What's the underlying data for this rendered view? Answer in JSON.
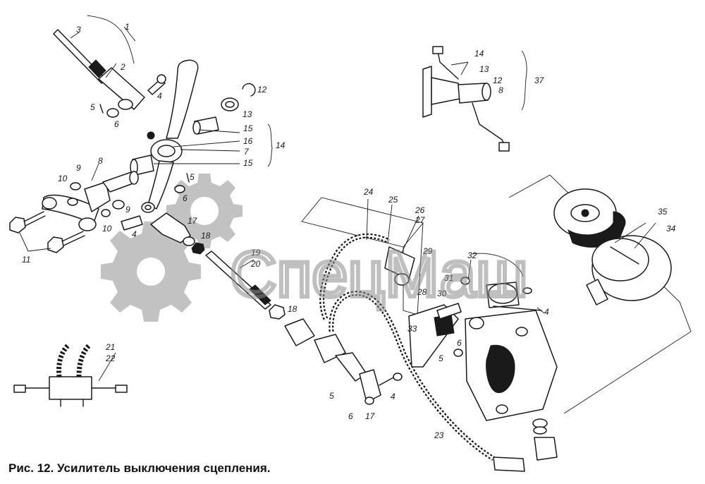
{
  "caption": "Рис. 12. Усилитель выключения сцепления.",
  "watermark": {
    "text": "СпецМаш"
  },
  "colors": {
    "ink": "#1a1a1a",
    "watermark": "#8f8f8f",
    "background": "#ffffff"
  },
  "labels": {
    "l1": "1",
    "l2": "2",
    "l3": "3",
    "l4a": "4",
    "l4b": "4",
    "l4c": "4",
    "l4d": "4",
    "l5a": "5",
    "l5b": "5",
    "l5c": "5",
    "l5d": "5",
    "l6a": "6",
    "l6b": "6",
    "l6c": "6",
    "l6d": "6",
    "l7": "7",
    "l8a": "8",
    "l8b": "8",
    "l9a": "9",
    "l9b": "9",
    "l10a": "10",
    "l10b": "10",
    "l11": "11",
    "l12a": "12",
    "l12b": "12",
    "l13a": "13",
    "l13b": "13",
    "l14a": "14",
    "l14b": "14",
    "l15a": "15",
    "l15b": "15",
    "l16": "16",
    "l17a": "17",
    "l17b": "17",
    "l18a": "18",
    "l18b": "18",
    "l19": "19",
    "l20": "20",
    "l21": "21",
    "l22": "22",
    "l23": "23",
    "l24": "24",
    "l25": "25",
    "l26": "26",
    "l27": "27",
    "l28": "28",
    "l29": "29",
    "l30": "30",
    "l31": "31",
    "l32": "32",
    "l33": "33",
    "l34": "34",
    "l35": "35",
    "l37": "37"
  }
}
